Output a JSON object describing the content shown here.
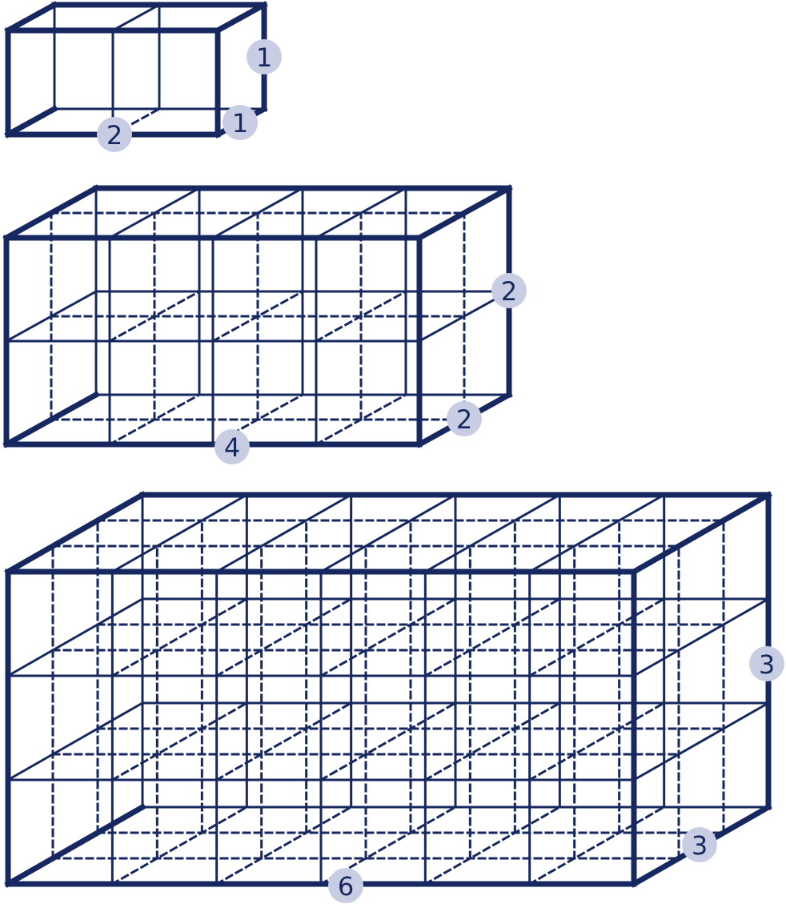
{
  "colors": {
    "line": "#16285f",
    "badge_fill": "#c9cde3",
    "badge_text": "#16285f",
    "background": "#ffffff"
  },
  "boxes": [
    {
      "name": "box-1x1x2",
      "divisions": {
        "length": 2,
        "depth": 1,
        "height": 1
      },
      "labels": {
        "length": "2",
        "depth": "1",
        "height": "1"
      }
    },
    {
      "name": "box-2x2x4",
      "divisions": {
        "length": 4,
        "depth": 2,
        "height": 2
      },
      "labels": {
        "length": "4",
        "depth": "2",
        "height": "2"
      }
    },
    {
      "name": "box-3x3x6",
      "divisions": {
        "length": 6,
        "depth": 3,
        "height": 3
      },
      "labels": {
        "length": "6",
        "depth": "3",
        "height": "3"
      }
    }
  ]
}
